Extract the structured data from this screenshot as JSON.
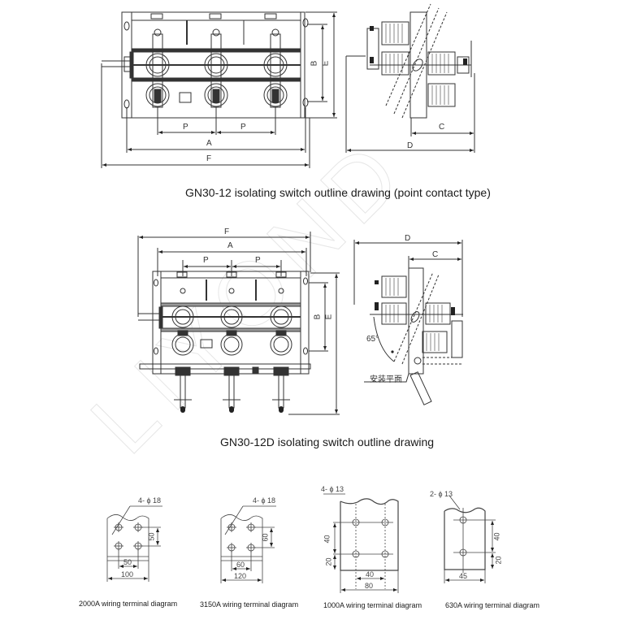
{
  "watermark": {
    "text": "LIYOND"
  },
  "drawing1": {
    "caption": "GN30-12 isolating switch outline drawing (point contact type)",
    "front_view_dims": {
      "p1": "P",
      "p2": "P",
      "a": "A",
      "f": "F",
      "b": "B",
      "e": "E"
    },
    "side_view_dims": {
      "c": "C",
      "d": "D"
    }
  },
  "drawing2": {
    "caption": "GN30-12D isolating switch outline drawing",
    "front_view_dims": {
      "f": "F",
      "a": "A",
      "p1": "P",
      "p2": "P",
      "b": "B",
      "e": "E"
    },
    "side_view_dims": {
      "d": "D",
      "c": "C",
      "angle": "65°",
      "mounting_plane_label": "安装平面"
    }
  },
  "terminals": [
    {
      "caption": "2000A wiring terminal diagram",
      "holes": "4- ϕ 18",
      "dims": {
        "vertical_spacing": "50",
        "horizontal_spacing": "50",
        "width": "100"
      }
    },
    {
      "caption": "3150A wiring terminal diagram",
      "holes": "4- ϕ 18",
      "dims": {
        "vertical_spacing": "60",
        "horizontal_spacing": "60",
        "width": "120"
      }
    },
    {
      "caption": "1000A wiring terminal diagram",
      "holes": "4- ϕ 13",
      "dims": {
        "vertical_spacing": "40",
        "bottom_offset": "20",
        "horizontal_spacing": "40",
        "width": "80"
      }
    },
    {
      "caption": "630A wiring terminal diagram",
      "holes": "2- ϕ 13",
      "dims": {
        "vertical_spacing": "40",
        "bottom_offset": "20",
        "width": "45"
      }
    }
  ]
}
